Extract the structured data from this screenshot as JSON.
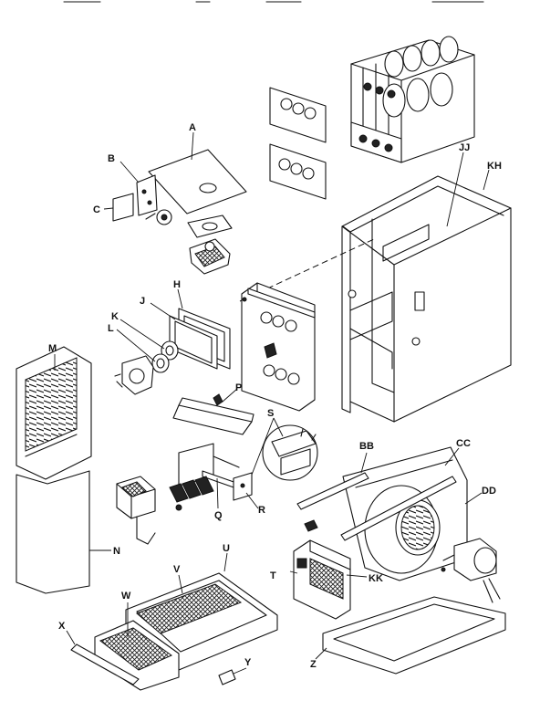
{
  "labels": {
    "A": "A",
    "B": "B",
    "C": "C",
    "H": "H",
    "J": "J",
    "K": "K",
    "L": "L",
    "M": "M",
    "N": "N",
    "P": "P",
    "Q": "Q",
    "R": "R",
    "S": "S",
    "T": "T",
    "U": "U",
    "V": "V",
    "W": "W",
    "X": "X",
    "Y": "Y",
    "Z": "Z",
    "BB": "BB",
    "CC": "CC",
    "DD": "DD",
    "JJ": "JJ",
    "KH": "KH",
    "KK": "KK"
  }
}
